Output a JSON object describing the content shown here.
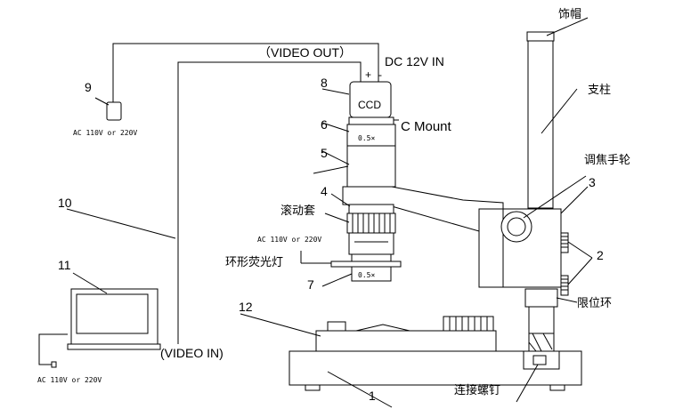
{
  "labels": {
    "video_out": "（VIDEO OUT）",
    "video_in": "(VIDEO IN)",
    "dc_in": "DC 12V IN",
    "plus": "+",
    "minus": "-",
    "ccd": "CCD",
    "c_mount": "C Mount",
    "ac_top": "AC 110V or 220V",
    "ac_mid": "AC 110V or 220V",
    "ac_bottom": "AC 110V or 220V",
    "zoom_top": "0.5×",
    "zoom_bottom": "0.5×",
    "cap": "饰帽",
    "column": "支柱",
    "focus_wheel": "调焦手轮",
    "roll_sleeve": "滚动套",
    "ring_lamp": "环形荧光灯",
    "limit_ring": "限位环",
    "screw": "连接螺钉"
  },
  "numbers": {
    "n1": "1",
    "n2": "2",
    "n3": "3",
    "n4": "4",
    "n5": "5",
    "n6": "6",
    "n7": "7",
    "n8": "8",
    "n9": "9",
    "n10": "10",
    "n11": "11",
    "n12": "12"
  }
}
